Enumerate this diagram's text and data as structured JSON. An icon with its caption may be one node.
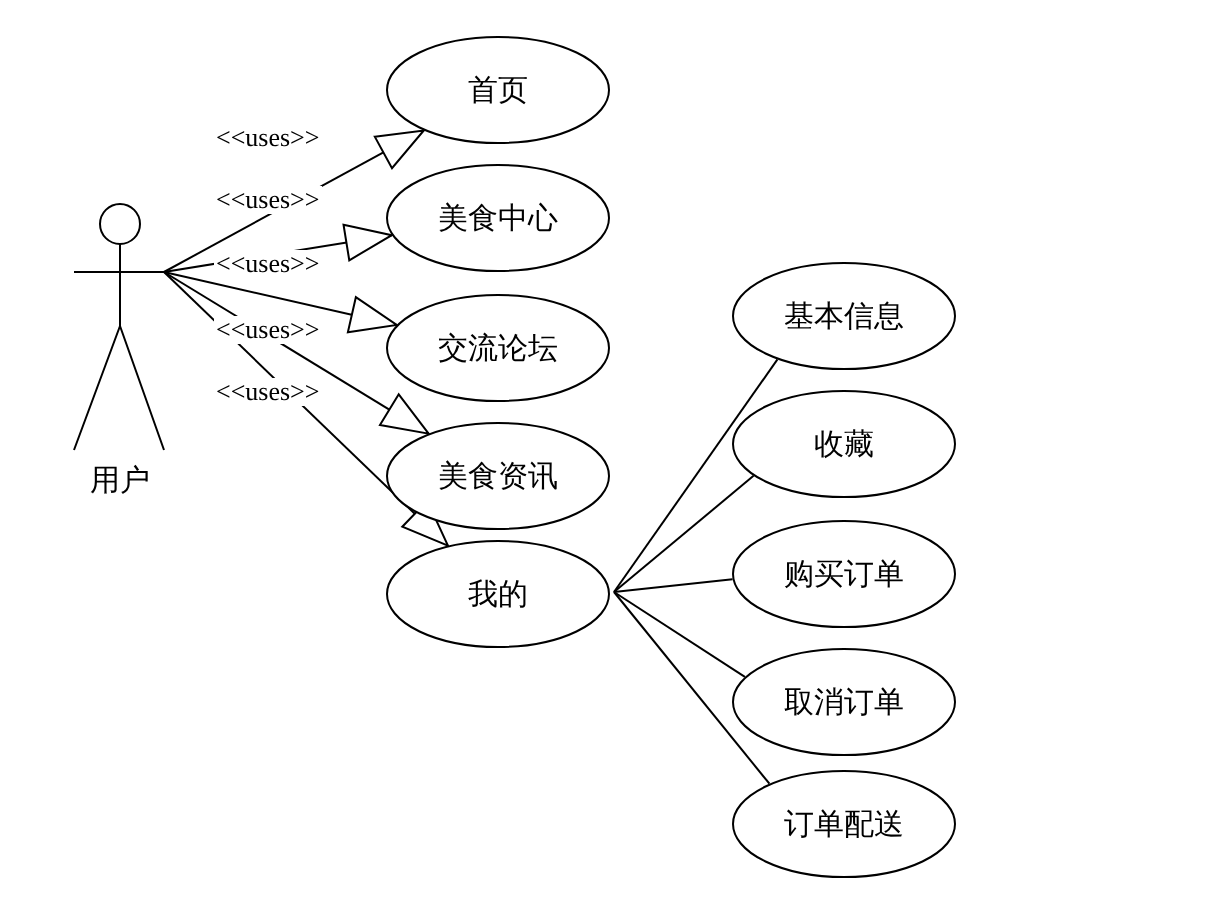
{
  "diagram": {
    "nodes": [
      {
        "text": [
          "用户"
        ]
      },
      {
        "text": [
          "首页"
        ]
      },
      {
        "text": [
          "美食中心"
        ]
      },
      {
        "text": [
          "交流论坛"
        ]
      },
      {
        "text": [
          "美食资讯"
        ]
      },
      {
        "text": [
          "我的"
        ]
      },
      {
        "text": [
          "基本信息"
        ]
      },
      {
        "text": [
          "收藏"
        ]
      },
      {
        "text": [
          "购买订单"
        ]
      },
      {
        "text": [
          "取消订单"
        ]
      },
      {
        "text": [
          "订单配送"
        ]
      }
    ],
    "edges": [
      {
        "from": 0,
        "to": 1,
        "arrow": "to",
        "label": "<<uses>>"
      },
      {
        "from": 0,
        "to": 2,
        "arrow": "to",
        "label": "<<uses>>"
      },
      {
        "from": 0,
        "to": 3,
        "arrow": "to",
        "label": "<<uses>>"
      },
      {
        "from": 0,
        "to": 4,
        "arrow": "to",
        "label": "<<uses>>"
      },
      {
        "from": 0,
        "to": 5,
        "arrow": "to",
        "label": "<<uses>>"
      },
      {
        "from": 5,
        "to": 6,
        "arrow": "none"
      },
      {
        "from": 5,
        "to": 7,
        "arrow": "none"
      },
      {
        "from": 5,
        "to": 8,
        "arrow": "none"
      },
      {
        "from": 5,
        "to": 9,
        "arrow": "none"
      },
      {
        "from": 5,
        "to": 10,
        "arrow": "none"
      }
    ]
  }
}
